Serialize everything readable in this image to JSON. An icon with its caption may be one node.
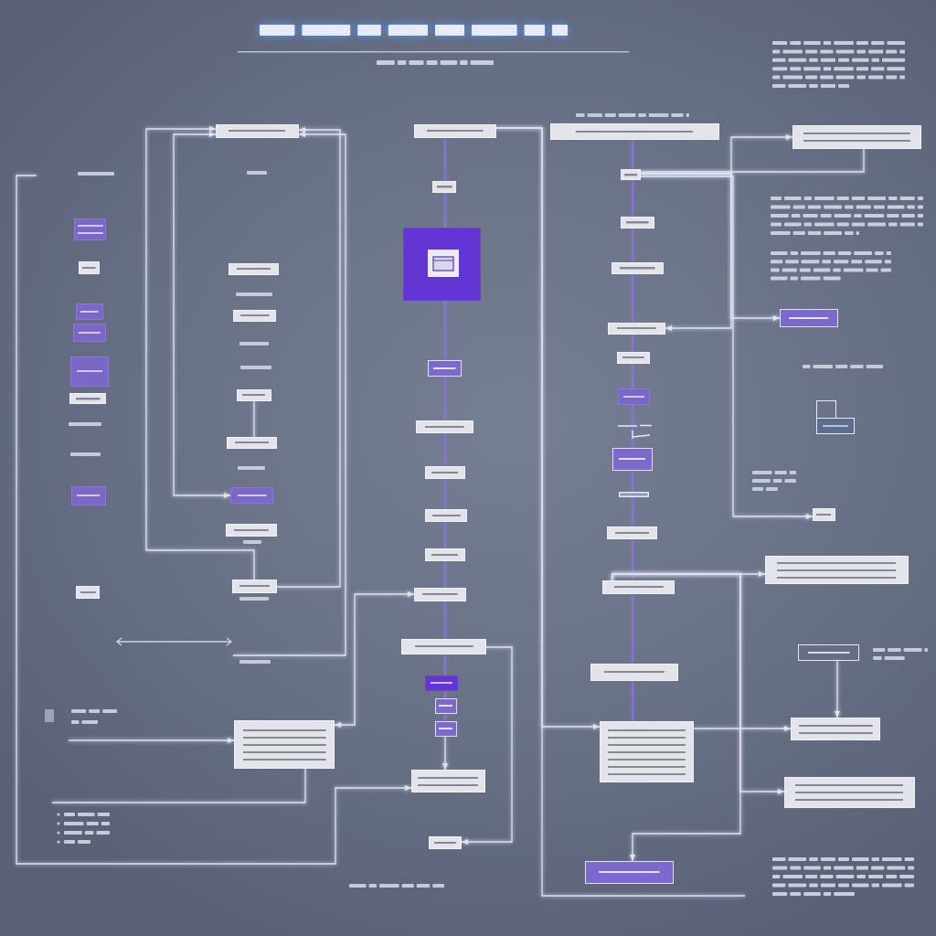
{
  "diagram": {
    "nodes": [
      {
        "text": [],
        "shape": "box"
      },
      {
        "text": [],
        "shape": "box"
      },
      {
        "text": [],
        "shape": "box"
      },
      {
        "text": [],
        "shape": "box"
      },
      {
        "text": [],
        "shape": "box"
      },
      {
        "text": [],
        "shape": "box"
      },
      {
        "text": [],
        "shape": "box"
      },
      {
        "text": [],
        "shape": "box"
      },
      {
        "text": [],
        "shape": "box"
      },
      {
        "text": [],
        "shape": "box"
      },
      {
        "text": [],
        "shape": "box"
      },
      {
        "text": [],
        "shape": "box"
      },
      {
        "text": [],
        "shape": "box"
      },
      {
        "text": [],
        "shape": "box"
      },
      {
        "text": [],
        "shape": "box"
      },
      {
        "text": [],
        "shape": "box"
      },
      {
        "text": [],
        "shape": "box"
      },
      {
        "text": [],
        "shape": "box"
      },
      {
        "text": [],
        "shape": "box"
      },
      {
        "text": [],
        "shape": "box"
      },
      {
        "text": [],
        "shape": "box"
      },
      {
        "text": [],
        "shape": "box"
      },
      {
        "text": [],
        "shape": "box"
      },
      {
        "text": [],
        "shape": "box"
      },
      {
        "text": [],
        "shape": "box"
      },
      {
        "text": [],
        "shape": "box"
      },
      {
        "text": [],
        "shape": "box"
      },
      {
        "text": [],
        "shape": "box"
      },
      {
        "text": [],
        "shape": "box"
      },
      {
        "text": [],
        "shape": "box"
      },
      {
        "text": [],
        "shape": "box"
      },
      {
        "text": [],
        "shape": "box"
      },
      {
        "text": [],
        "shape": "box"
      },
      {
        "text": [],
        "shape": "box"
      },
      {
        "text": [],
        "shape": "box"
      },
      {
        "text": [],
        "shape": "box"
      },
      {
        "text": [],
        "shape": "box"
      },
      {
        "text": [],
        "shape": "box"
      },
      {
        "text": [],
        "shape": "box"
      },
      {
        "text": [],
        "shape": "box"
      },
      {
        "text": [],
        "shape": "box"
      },
      {
        "text": [],
        "shape": "box"
      },
      {
        "text": [],
        "shape": "box"
      },
      {
        "text": [],
        "shape": "box"
      },
      {
        "text": [],
        "shape": "box"
      },
      {
        "text": [],
        "shape": "box"
      },
      {
        "text": [],
        "shape": "box"
      },
      {
        "text": [],
        "shape": "box"
      },
      {
        "text": [],
        "shape": "box"
      },
      {
        "text": [],
        "shape": "box"
      },
      {
        "text": [],
        "shape": "box"
      },
      {
        "text": [],
        "shape": "box"
      },
      {
        "text": [],
        "shape": "box"
      },
      {
        "text": [],
        "shape": "box"
      }
    ],
    "edges": [
      {
        "from": null,
        "to": 30,
        "arrow": "to"
      },
      {
        "from": 15,
        "to": 8,
        "arrow": "to"
      },
      {
        "from": 8,
        "to": 13,
        "arrow": "both"
      },
      {
        "from": 15,
        "to": 8,
        "arrow": "to"
      },
      {
        "from": null,
        "to": 8,
        "arrow": "to"
      },
      {
        "from": null,
        "to": 16,
        "arrow": "to"
      },
      {
        "from": 16,
        "to": null,
        "arrow": "none"
      },
      {
        "from": 16,
        "to": 25,
        "arrow": "both"
      },
      {
        "from": 17,
        "to": 43,
        "arrow": "to"
      },
      {
        "from": 17,
        "to": null,
        "arrow": "none"
      },
      {
        "from": 26,
        "to": 31,
        "arrow": "to"
      },
      {
        "from": 41,
        "to": 50,
        "arrow": "to"
      },
      {
        "from": 41,
        "to": 53,
        "arrow": "to"
      },
      {
        "from": 41,
        "to": 44,
        "arrow": "to"
      },
      {
        "from": 43,
        "to": 52,
        "arrow": "to"
      },
      {
        "from": 51,
        "to": 52,
        "arrow": "to"
      },
      {
        "from": 33,
        "to": 45,
        "arrow": "to"
      },
      {
        "from": 33,
        "to": 36,
        "arrow": "to"
      },
      {
        "from": 33,
        "to": 46,
        "arrow": "to"
      },
      {
        "from": 33,
        "to": 49,
        "arrow": "to"
      },
      {
        "from": 45,
        "to": 33,
        "arrow": "none"
      },
      {
        "from": 17,
        "to": 18,
        "arrow": "none",
        "color": "#8b76e0"
      },
      {
        "from": 18,
        "to": 19,
        "arrow": "none",
        "color": "#8b76e0"
      },
      {
        "from": 19,
        "to": 20,
        "arrow": "none",
        "color": "#8b76e0"
      },
      {
        "from": 20,
        "to": 21,
        "arrow": "none",
        "color": "#8b76e0"
      },
      {
        "from": 21,
        "to": 22,
        "arrow": "none",
        "color": "#8b76e0"
      },
      {
        "from": 22,
        "to": 23,
        "arrow": "none",
        "color": "#8b76e0"
      },
      {
        "from": 23,
        "to": 24,
        "arrow": "none",
        "color": "#8b76e0"
      },
      {
        "from": 24,
        "to": 25,
        "arrow": "none",
        "color": "#8b76e0"
      },
      {
        "from": 25,
        "to": 26,
        "arrow": "none",
        "color": "#8b76e0"
      },
      {
        "from": 26,
        "to": 27,
        "arrow": "none",
        "color": "#8b76e0"
      },
      {
        "from": 27,
        "to": 28,
        "arrow": "none",
        "color": "#8b76e0"
      },
      {
        "from": 28,
        "to": 29,
        "arrow": "none",
        "color": "#8b76e0"
      },
      {
        "from": 29,
        "to": 30,
        "arrow": "to"
      },
      {
        "from": 32,
        "to": 33,
        "arrow": "none",
        "color": "#8b76e0"
      },
      {
        "from": 33,
        "to": 34,
        "arrow": "none",
        "color": "#8b76e0"
      },
      {
        "from": 34,
        "to": 35,
        "arrow": "none",
        "color": "#8b76e0"
      },
      {
        "from": 35,
        "to": 36,
        "arrow": "none",
        "color": "#8b76e0"
      },
      {
        "from": 36,
        "to": 37,
        "arrow": "none",
        "color": "#8b76e0"
      },
      {
        "from": 37,
        "to": 38,
        "arrow": "none",
        "color": "#8b76e0"
      },
      {
        "from": 38,
        "to": 39,
        "arrow": "none",
        "color": "#8b76e0"
      },
      {
        "from": 39,
        "to": 40,
        "arrow": "none",
        "color": "#8b76e0"
      },
      {
        "from": 40,
        "to": 41,
        "arrow": "none",
        "color": "#8b76e0"
      },
      {
        "from": 41,
        "to": 42,
        "arrow": "none",
        "color": "#8b76e0"
      },
      {
        "from": 42,
        "to": 43,
        "arrow": "none",
        "color": "#8b76e0"
      },
      {
        "from": 11,
        "to": 12,
        "arrow": "none"
      }
    ]
  }
}
